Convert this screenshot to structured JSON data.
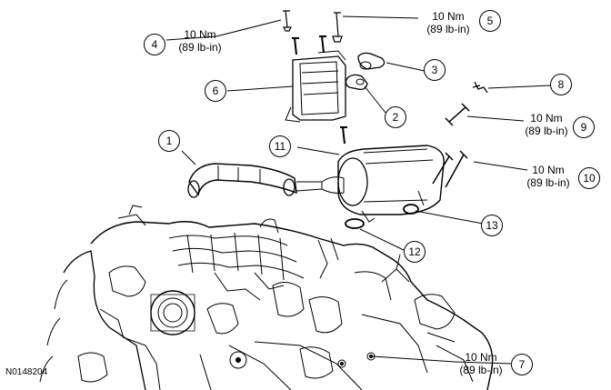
{
  "figure_id": "N0148204",
  "torque_specs": [
    {
      "callout": "4",
      "metric": "10 Nm",
      "imperial": "(89 lb-in)"
    },
    {
      "callout": "5",
      "metric": "10 Nm",
      "imperial": "(89 lb-in)"
    },
    {
      "callout": "9",
      "metric": "10 Nm",
      "imperial": "(89 lb-in)"
    },
    {
      "callout": "10",
      "metric": "10 Nm",
      "imperial": "(89 lb-in)"
    },
    {
      "callout": "7",
      "metric": "10 Nm",
      "imperial": "(89 lb-in)"
    }
  ],
  "callouts": [
    "1",
    "2",
    "3",
    "4",
    "5",
    "6",
    "7",
    "8",
    "9",
    "10",
    "11",
    "12",
    "13"
  ]
}
